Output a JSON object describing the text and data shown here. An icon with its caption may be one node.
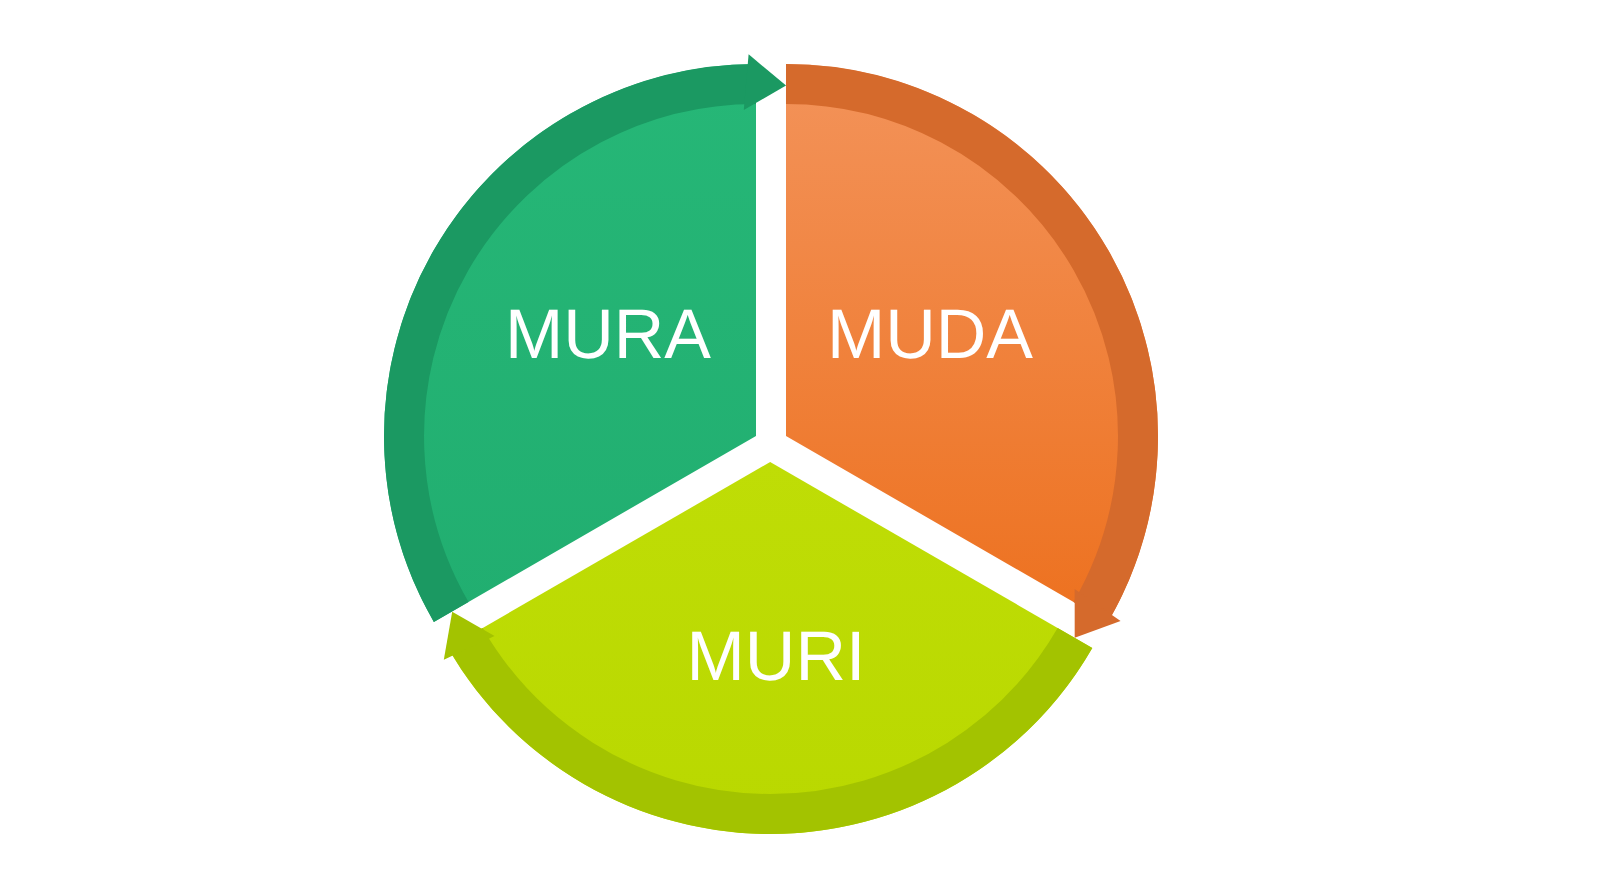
{
  "diagram": {
    "nodes": [
      {
        "text": [
          "MURA"
        ]
      },
      {
        "text": [
          "MUDA"
        ]
      },
      {
        "text": [
          "MURI"
        ]
      }
    ],
    "edges": [
      {
        "from": 0,
        "to": 1,
        "arrow": "to",
        "color": "#1b9962"
      },
      {
        "from": 1,
        "to": 2,
        "arrow": "to",
        "color": "#d56a2c"
      },
      {
        "from": 2,
        "to": 0,
        "arrow": "to",
        "color": "#a3c300"
      }
    ]
  }
}
